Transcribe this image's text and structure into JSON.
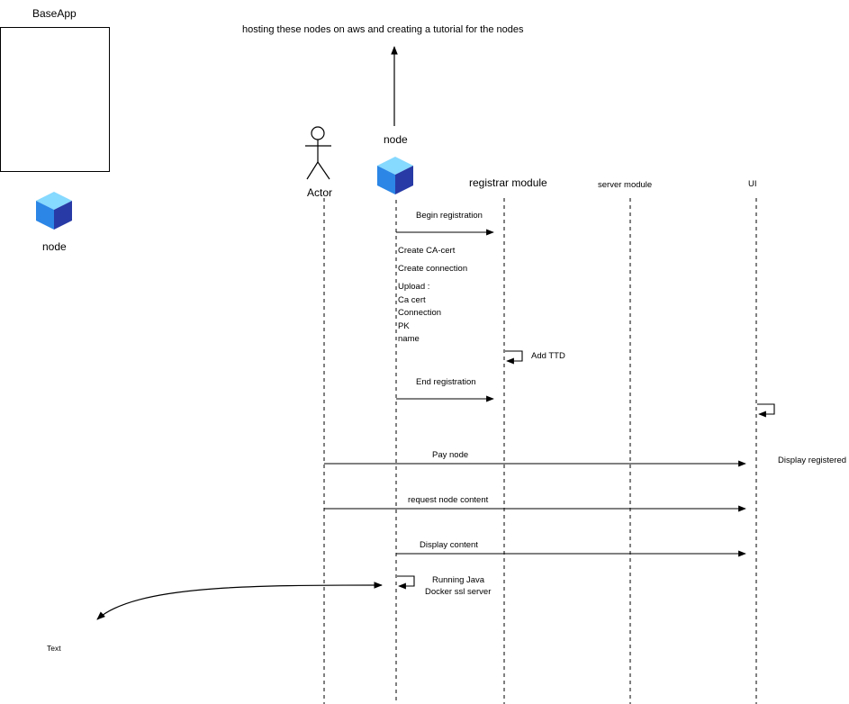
{
  "base_app": {
    "label": "BaseApp"
  },
  "left_node": {
    "label": "node",
    "icon": "cube-icon"
  },
  "top_annotation": "hosting these nodes on aws and creating a tutorial for the nodes",
  "participants": {
    "actor": "Actor",
    "node": "node",
    "registrar": "registrar module",
    "server": "server module",
    "ui": "UI"
  },
  "messages": {
    "begin_registration": "Begin registration",
    "create_ca_cert": "Create CA-cert",
    "create_connection": "Create connection",
    "upload_lines": [
      "Upload :",
      "Ca cert",
      "Connection",
      "PK",
      "name"
    ],
    "add_ttd": "Add TTD",
    "end_registration": "End registration",
    "display_registered": "Display registered",
    "pay_node": "Pay node",
    "request_node_content": "request node content",
    "display_content": "Display content",
    "running_java": [
      "Running Java",
      "Docker ssl server"
    ],
    "text_label": "Text"
  },
  "colors": {
    "line": "#000000",
    "cube_top": "#7fd3ff",
    "cube_left": "#1e6fd9",
    "cube_right": "#2d3ea6"
  }
}
